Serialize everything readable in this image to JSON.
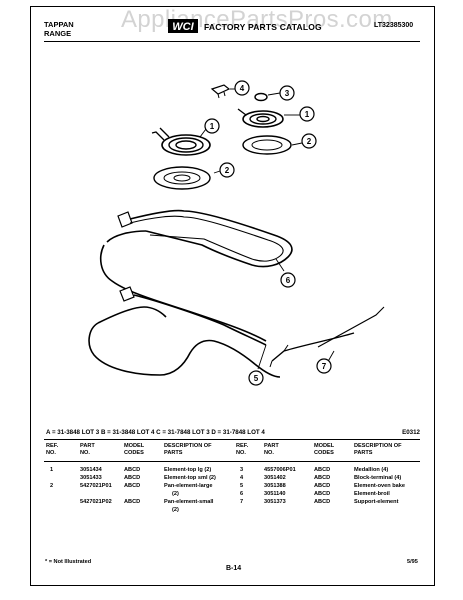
{
  "watermark": "AppliancePartsPros.com",
  "header": {
    "brand_line1": "TAPPAN",
    "brand_line2": "RANGE",
    "catalog_title": "FACTORY PARTS CATALOG",
    "model_number": "LT32385300"
  },
  "diagram": {
    "callouts": [
      "1",
      "2",
      "3",
      "4",
      "5",
      "6",
      "7"
    ]
  },
  "lot_legend": {
    "lots": "A = 31-3848 LOT 3     B = 31-3848 LOT 4     C = 31-7848 LOT 3     D = 31-7848 LOT 4",
    "figure_code": "E0312"
  },
  "table": {
    "headers": {
      "ref_no": "REF. NO.",
      "part_no": "PART NO.",
      "model_codes": "MODEL CODES",
      "description": "DESCRIPTION OF PARTS"
    },
    "left": [
      {
        "ref": "1",
        "part": "3051434",
        "model": "ABCD",
        "desc": "Element-top lg (2)"
      },
      {
        "ref": "",
        "part": "3051433",
        "model": "ABCD",
        "desc": "Element-top sml (2)"
      },
      {
        "ref": "2",
        "part": "5427021P01",
        "model": "ABCD",
        "desc": "Pan-element-large"
      },
      {
        "ref": "",
        "part": "",
        "model": "",
        "desc": "(2)"
      },
      {
        "ref": "",
        "part": "5427021P02",
        "model": "ABCD",
        "desc": "Pan-element-small"
      },
      {
        "ref": "",
        "part": "",
        "model": "",
        "desc": "(2)"
      }
    ],
    "right": [
      {
        "ref": "3",
        "part": "4557006P01",
        "model": "ABCD",
        "desc": "Medallion (4)"
      },
      {
        "ref": "4",
        "part": "3051402",
        "model": "ABCD",
        "desc": "Block-terminal (4)"
      },
      {
        "ref": "5",
        "part": "3051388",
        "model": "ABCD",
        "desc": "Element-oven bake"
      },
      {
        "ref": "6",
        "part": "3051140",
        "model": "ABCD",
        "desc": "Element-broil"
      },
      {
        "ref": "7",
        "part": "3051373",
        "model": "ABCD",
        "desc": "Support-element"
      }
    ]
  },
  "footer": {
    "footnote": "* = Not Illustrated",
    "page": "B-14",
    "date": "5/95"
  }
}
